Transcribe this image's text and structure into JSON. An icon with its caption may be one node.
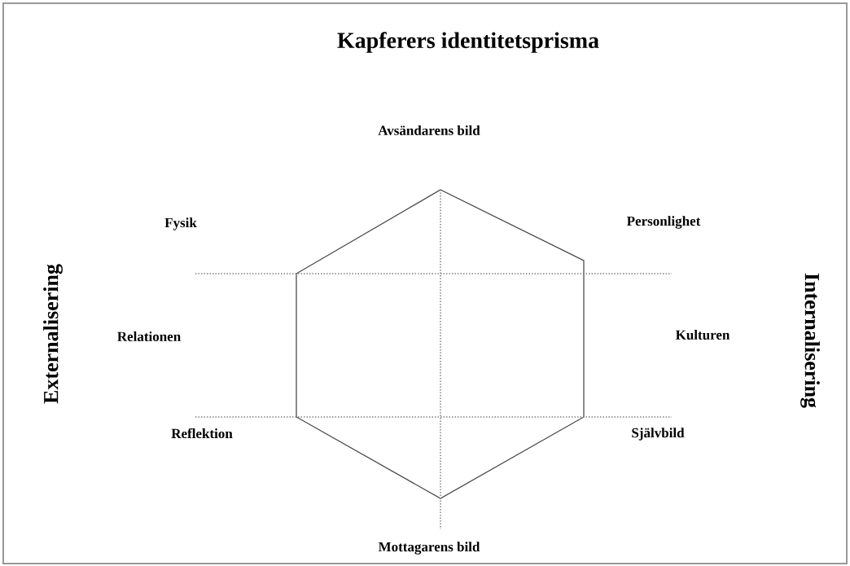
{
  "diagram": {
    "title": "Kapferers identitetsprisma",
    "labels": [
      "Avsändarens bild",
      "Fysik",
      "Personlighet",
      "Relationen",
      "Kulturen",
      "Reflektion",
      "Självbild",
      "Mottagarens bild",
      "Externalisering",
      "Internalisering"
    ]
  }
}
